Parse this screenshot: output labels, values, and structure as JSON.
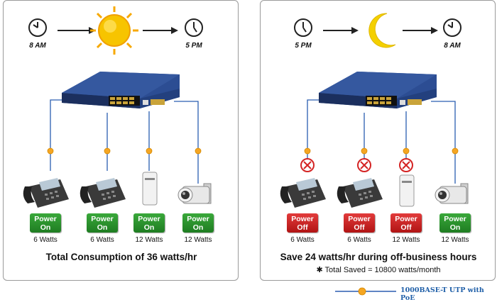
{
  "left_panel": {
    "time_start": "8 AM",
    "time_end": "5 PM",
    "devices": [
      {
        "device": "ip-phone",
        "state": "Power\nOn",
        "status": "on",
        "watts": "6 Watts"
      },
      {
        "device": "ip-phone",
        "state": "Power\nOn",
        "status": "on",
        "watts": "6 Watts"
      },
      {
        "device": "access-point",
        "state": "Power\nOn",
        "status": "on",
        "watts": "12 Watts"
      },
      {
        "device": "ip-camera",
        "state": "Power\nOn",
        "status": "on",
        "watts": "12 Watts"
      }
    ],
    "headline": "Total Consumption of 36 watts/hr"
  },
  "right_panel": {
    "time_start": "5 PM",
    "time_end": "8 AM",
    "devices": [
      {
        "device": "ip-phone",
        "state": "Power\nOff",
        "status": "off",
        "watts": "6 Watts"
      },
      {
        "device": "ip-phone",
        "state": "Power\nOff",
        "status": "off",
        "watts": "6 Watts"
      },
      {
        "device": "access-point",
        "state": "Power\nOff",
        "status": "off",
        "watts": "12 Watts"
      },
      {
        "device": "ip-camera",
        "state": "Power\nOn",
        "status": "on",
        "watts": "12 Watts"
      }
    ],
    "headline": "Save 24 watts/hr during off-business hours",
    "subline": "✱ Total Saved = 10800 watts/month"
  },
  "legend": {
    "label": "1000BASE-T UTP with PoE",
    "line_color": "#2a5db0",
    "dot_color": "#f5a623"
  },
  "colors": {
    "power_on": "#2e9b2e",
    "power_off": "#d42424",
    "switch_body": "#1f3a78",
    "sun": "#f7c400",
    "moon": "#f4d000"
  },
  "icons": [
    "clock-icon",
    "arrow-icon",
    "sun-icon",
    "moon-icon",
    "switch-icon",
    "ip-phone-icon",
    "access-point-icon",
    "ip-camera-icon",
    "cross-icon",
    "poe-dot-icon"
  ]
}
